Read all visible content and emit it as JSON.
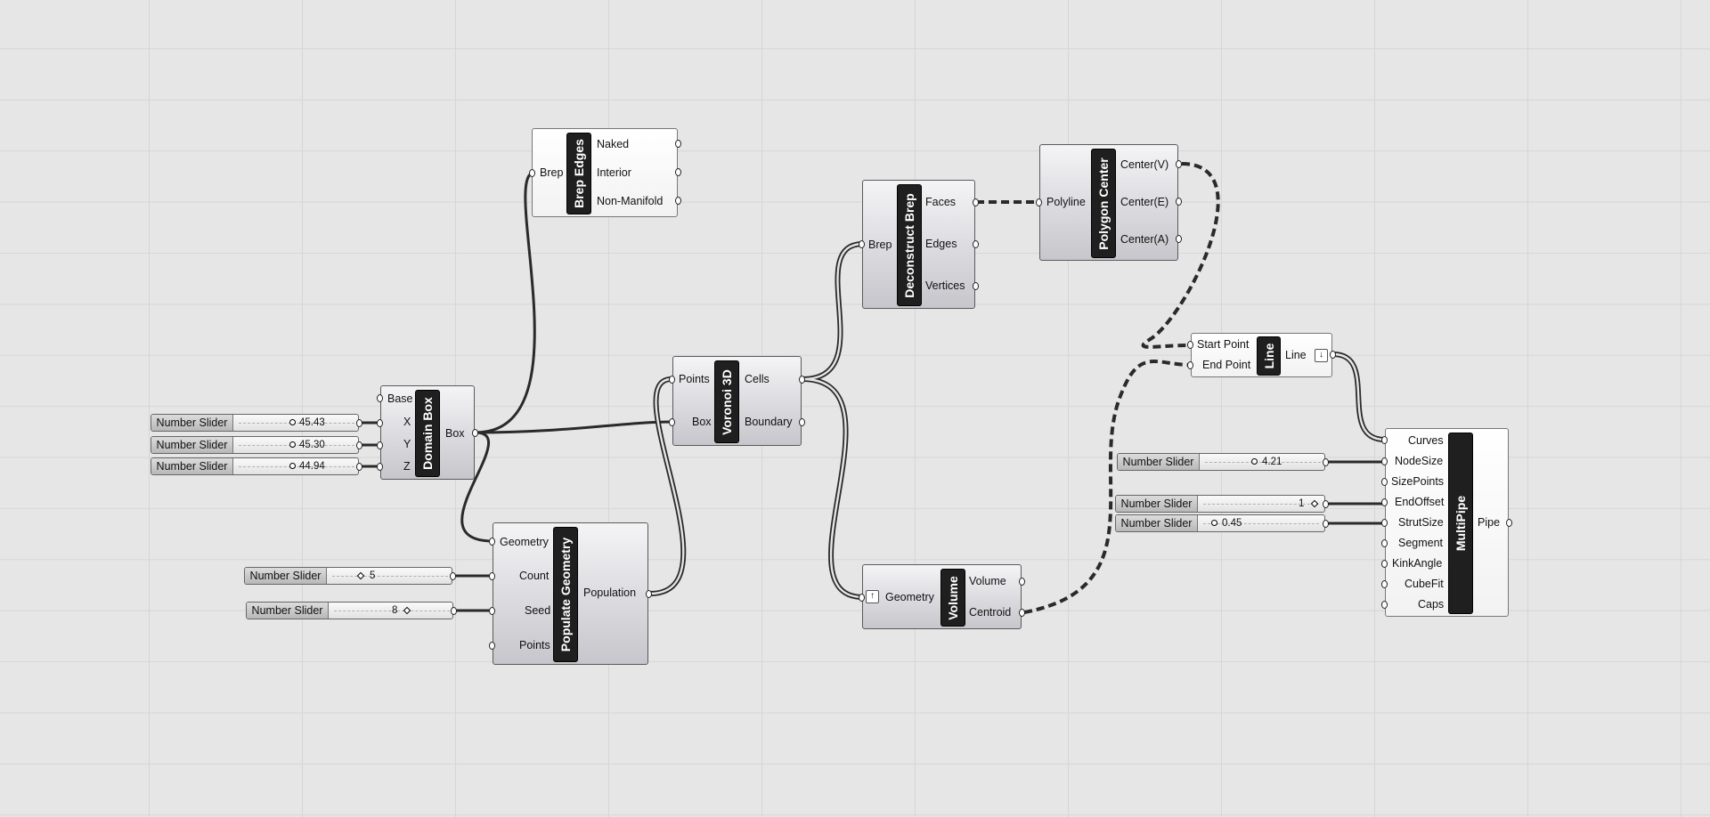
{
  "nodes": {
    "brep_edges": {
      "title": "Brep Edges",
      "inputs": [
        "Brep"
      ],
      "outputs": [
        "Naked",
        "Interior",
        "Non-Manifold"
      ]
    },
    "domain_box": {
      "title": "Domain Box",
      "inputs": [
        "Base",
        "X",
        "Y",
        "Z"
      ],
      "outputs": [
        "Box"
      ]
    },
    "voronoi_3d": {
      "title": "Voronoi 3D",
      "inputs": [
        "Points",
        "Box"
      ],
      "outputs": [
        "Cells",
        "Boundary"
      ]
    },
    "deconstruct_brep": {
      "title": "Deconstruct Brep",
      "inputs": [
        "Brep"
      ],
      "outputs": [
        "Faces",
        "Edges",
        "Vertices"
      ]
    },
    "polygon_center": {
      "title": "Polygon Center",
      "inputs": [
        "Polyline"
      ],
      "outputs": [
        "Center(V)",
        "Center(E)",
        "Center(A)"
      ]
    },
    "populate_geometry": {
      "title": "Populate Geometry",
      "inputs": [
        "Geometry",
        "Count",
        "Seed",
        "Points"
      ],
      "outputs": [
        "Population"
      ]
    },
    "volume": {
      "title": "Volume",
      "inputs": [
        "Geometry"
      ],
      "outputs": [
        "Volume",
        "Centroid"
      ]
    },
    "line": {
      "title": "Line",
      "inputs": [
        "Start Point",
        "End Point"
      ],
      "outputs": [
        "Line"
      ]
    },
    "multipipe": {
      "title": "MultiPipe",
      "inputs": [
        "Curves",
        "NodeSize",
        "SizePoints",
        "EndOffset",
        "StrutSize",
        "Segment",
        "KinkAngle",
        "CubeFit",
        "Caps"
      ],
      "outputs": [
        "Pipe"
      ]
    }
  },
  "sliders": {
    "x": {
      "name": "Number Slider",
      "value": "45.43"
    },
    "y": {
      "name": "Number Slider",
      "value": "45.30"
    },
    "z": {
      "name": "Number Slider",
      "value": "44.94"
    },
    "count": {
      "name": "Number Slider",
      "value": "5"
    },
    "seed": {
      "name": "Number Slider",
      "value": "8"
    },
    "node_size": {
      "name": "Number Slider",
      "value": "4.21"
    },
    "end_offset": {
      "name": "Number Slider",
      "value": "1"
    },
    "strut_size": {
      "name": "Number Slider",
      "value": "0.45"
    }
  },
  "icons": {
    "volume_input_icon": "arrow-up-icon",
    "line_output_icon": "arrow-down-icon"
  },
  "colors": {
    "canvas": "#e6e6e6",
    "wire": "#2a2a2a",
    "title_bar": "#1f1f1f"
  }
}
